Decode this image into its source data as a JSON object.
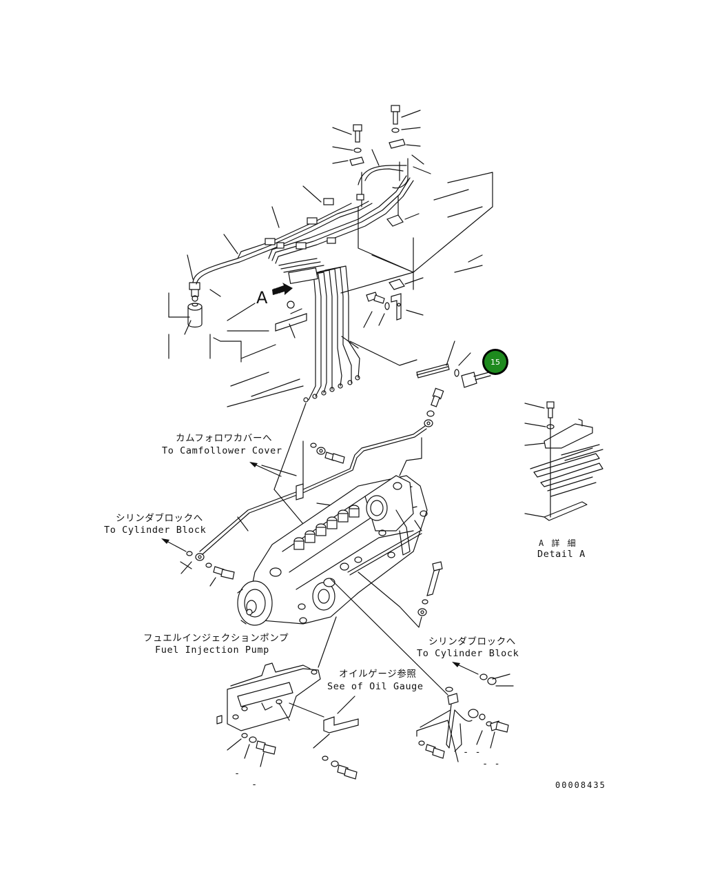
{
  "labels": {
    "camfollower_jp": "カムフォロワカバーへ",
    "camfollower_en": "To Camfollower Cover",
    "cyl_block_left_jp": "シリンダブロックへ",
    "cyl_block_left_en": "To Cylinder Block",
    "cyl_block_right_jp": "シリンダブロックへ",
    "cyl_block_right_en": "To Cylinder Block",
    "pump_jp": "フュエルインジェクションポンプ",
    "pump_en": "Fuel Injection Pump",
    "oil_gauge_jp": "オイルゲージ参照",
    "oil_gauge_en": "See of Oil Gauge",
    "detail_jp": "A 詳 細",
    "detail_en": "Detail A",
    "view_marker": "A",
    "drawing_number": "00008435",
    "dash_marks": [
      "-",
      "- -",
      "- -",
      "-"
    ]
  },
  "callout": {
    "number": "15",
    "color": "#1e8a1e",
    "ring_color": "#000000"
  }
}
